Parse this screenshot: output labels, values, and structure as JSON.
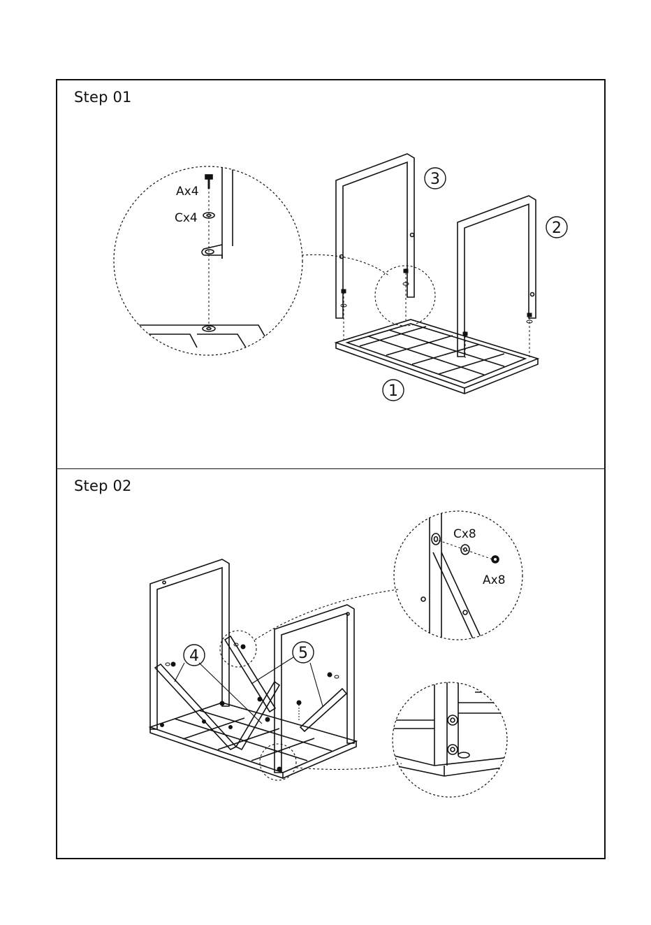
{
  "steps": [
    {
      "title": "Step 01",
      "hardware": [
        {
          "code": "A",
          "qty_label": "Ax4"
        },
        {
          "code": "C",
          "qty_label": "Cx4"
        }
      ],
      "part_numbers": [
        "1",
        "2",
        "3"
      ]
    },
    {
      "title": "Step 02",
      "hardware": [
        {
          "code": "C",
          "qty_label": "Cx8"
        },
        {
          "code": "A",
          "qty_label": "Ax8"
        }
      ],
      "part_numbers": [
        "4",
        "5"
      ]
    }
  ]
}
